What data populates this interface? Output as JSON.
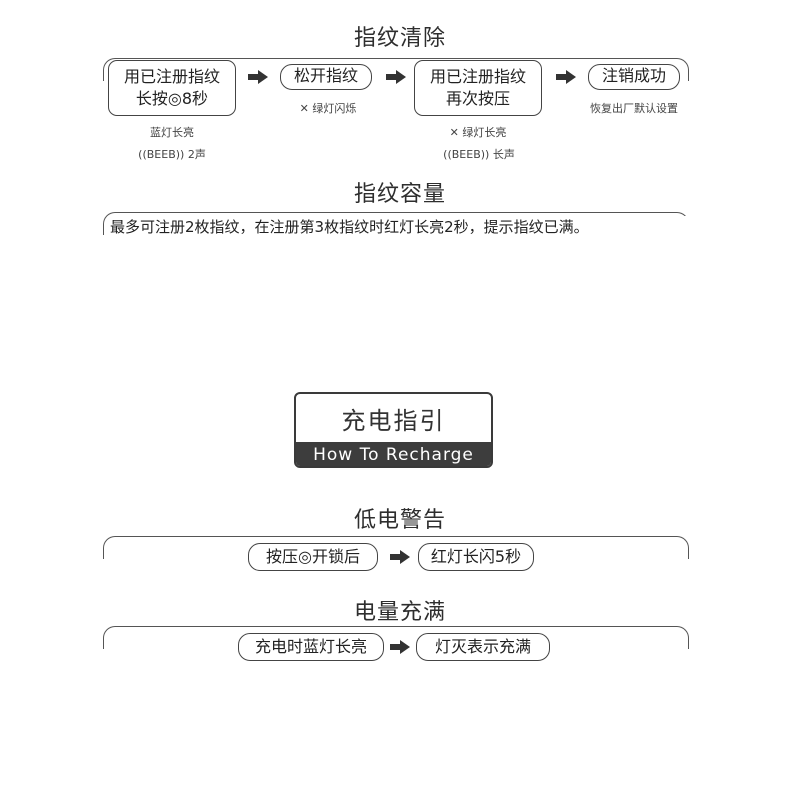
{
  "clear": {
    "title": "指纹清除",
    "step1": [
      "用已注册指纹",
      "长按◎8秒"
    ],
    "step1_notes": [
      "蓝灯长亮",
      "((BEEB)) 2声"
    ],
    "step2": "松开指纹",
    "step2_note": "绿灯闪烁",
    "step3": [
      "用已注册指纹",
      "再次按压"
    ],
    "step3_notes": [
      "绿灯长亮",
      "((BEEB)) 长声"
    ],
    "step4": "注销成功",
    "step4_note": "恢复出厂默认设置"
  },
  "capacity": {
    "title": "指纹容量",
    "text": "最多可注册2枚指纹，在注册第3枚指纹时红灯长亮2秒，提示指纹已满。"
  },
  "charge": {
    "title_cn": "充电指引",
    "title_en": "How To Recharge"
  },
  "low_battery": {
    "title": "低电警告",
    "step1": "按压◎开锁后",
    "step2": "红灯长闪5秒"
  },
  "full": {
    "title": "电量充满",
    "step1": "充电时蓝灯长亮",
    "step2": "灯灭表示充满"
  }
}
